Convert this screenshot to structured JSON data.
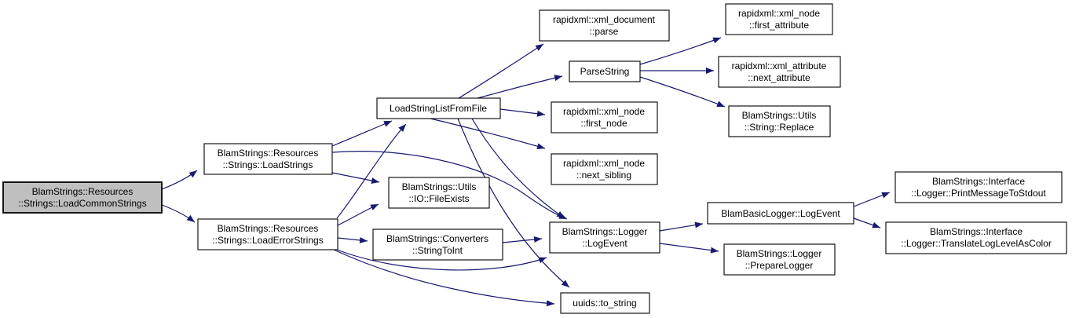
{
  "diagram": {
    "kind": "doxygen-call-graph",
    "nodes": {
      "load_common_strings": {
        "line1": "BlamStrings::Resources",
        "line2": "::Strings::LoadCommonStrings",
        "role": "root"
      },
      "load_strings": {
        "line1": "BlamStrings::Resources",
        "line2": "::Strings::LoadStrings"
      },
      "load_error_strings": {
        "line1": "BlamStrings::Resources",
        "line2": "::Strings::LoadErrorStrings"
      },
      "load_string_list_from_file": {
        "line1": "LoadStringListFromFile"
      },
      "file_exists": {
        "line1": "BlamStrings::Utils",
        "line2": "::IO::FileExists"
      },
      "string_to_int": {
        "line1": "BlamStrings::Converters",
        "line2": "::StringToInt"
      },
      "xml_document_parse": {
        "line1": "rapidxml::xml_document",
        "line2": "::parse"
      },
      "parse_string": {
        "line1": "ParseString"
      },
      "xml_node_first_node": {
        "line1": "rapidxml::xml_node",
        "line2": "::first_node"
      },
      "xml_node_next_sibling": {
        "line1": "rapidxml::xml_node",
        "line2": "::next_sibling"
      },
      "logger_log_event": {
        "line1": "BlamStrings::Logger",
        "line2": "::LogEvent"
      },
      "uuids_to_string": {
        "line1": "uuids::to_string"
      },
      "xml_node_first_attribute": {
        "line1": "rapidxml::xml_node",
        "line2": "::first_attribute"
      },
      "xml_attribute_next_attribute": {
        "line1": "rapidxml::xml_attribute",
        "line2": "::next_attribute"
      },
      "string_replace": {
        "line1": "BlamStrings::Utils",
        "line2": "::String::Replace"
      },
      "blam_basic_logger_log_event": {
        "line1": "BlamBasicLogger::LogEvent"
      },
      "prepare_logger": {
        "line1": "BlamStrings::Logger",
        "line2": "::PrepareLogger"
      },
      "print_message_to_stdout": {
        "line1": "BlamStrings::Interface",
        "line2": "::Logger::PrintMessageToStdout"
      },
      "translate_log_level_as_color": {
        "line1": "BlamStrings::Interface",
        "line2": "::Logger::TranslateLogLevelAsColor"
      }
    },
    "edges": [
      {
        "from": "load_common_strings",
        "to": "load_strings"
      },
      {
        "from": "load_common_strings",
        "to": "load_error_strings"
      },
      {
        "from": "load_strings",
        "to": "load_string_list_from_file"
      },
      {
        "from": "load_strings",
        "to": "file_exists"
      },
      {
        "from": "load_strings",
        "to": "logger_log_event"
      },
      {
        "from": "load_error_strings",
        "to": "load_string_list_from_file"
      },
      {
        "from": "load_error_strings",
        "to": "file_exists"
      },
      {
        "from": "load_error_strings",
        "to": "string_to_int"
      },
      {
        "from": "load_error_strings",
        "to": "logger_log_event"
      },
      {
        "from": "load_error_strings",
        "to": "uuids_to_string"
      },
      {
        "from": "load_string_list_from_file",
        "to": "xml_document_parse"
      },
      {
        "from": "load_string_list_from_file",
        "to": "parse_string"
      },
      {
        "from": "load_string_list_from_file",
        "to": "xml_node_first_node"
      },
      {
        "from": "load_string_list_from_file",
        "to": "xml_node_next_sibling"
      },
      {
        "from": "load_string_list_from_file",
        "to": "logger_log_event"
      },
      {
        "from": "load_string_list_from_file",
        "to": "uuids_to_string"
      },
      {
        "from": "parse_string",
        "to": "xml_node_first_attribute"
      },
      {
        "from": "parse_string",
        "to": "xml_attribute_next_attribute"
      },
      {
        "from": "parse_string",
        "to": "string_replace"
      },
      {
        "from": "string_to_int",
        "to": "logger_log_event"
      },
      {
        "from": "logger_log_event",
        "to": "blam_basic_logger_log_event"
      },
      {
        "from": "logger_log_event",
        "to": "prepare_logger"
      },
      {
        "from": "blam_basic_logger_log_event",
        "to": "print_message_to_stdout"
      },
      {
        "from": "blam_basic_logger_log_event",
        "to": "translate_log_level_as_color"
      }
    ]
  },
  "colors": {
    "edge": "#191970",
    "node_fill": "#ffffff",
    "root_fill": "#bfbfbf",
    "node_border": "#000000"
  }
}
